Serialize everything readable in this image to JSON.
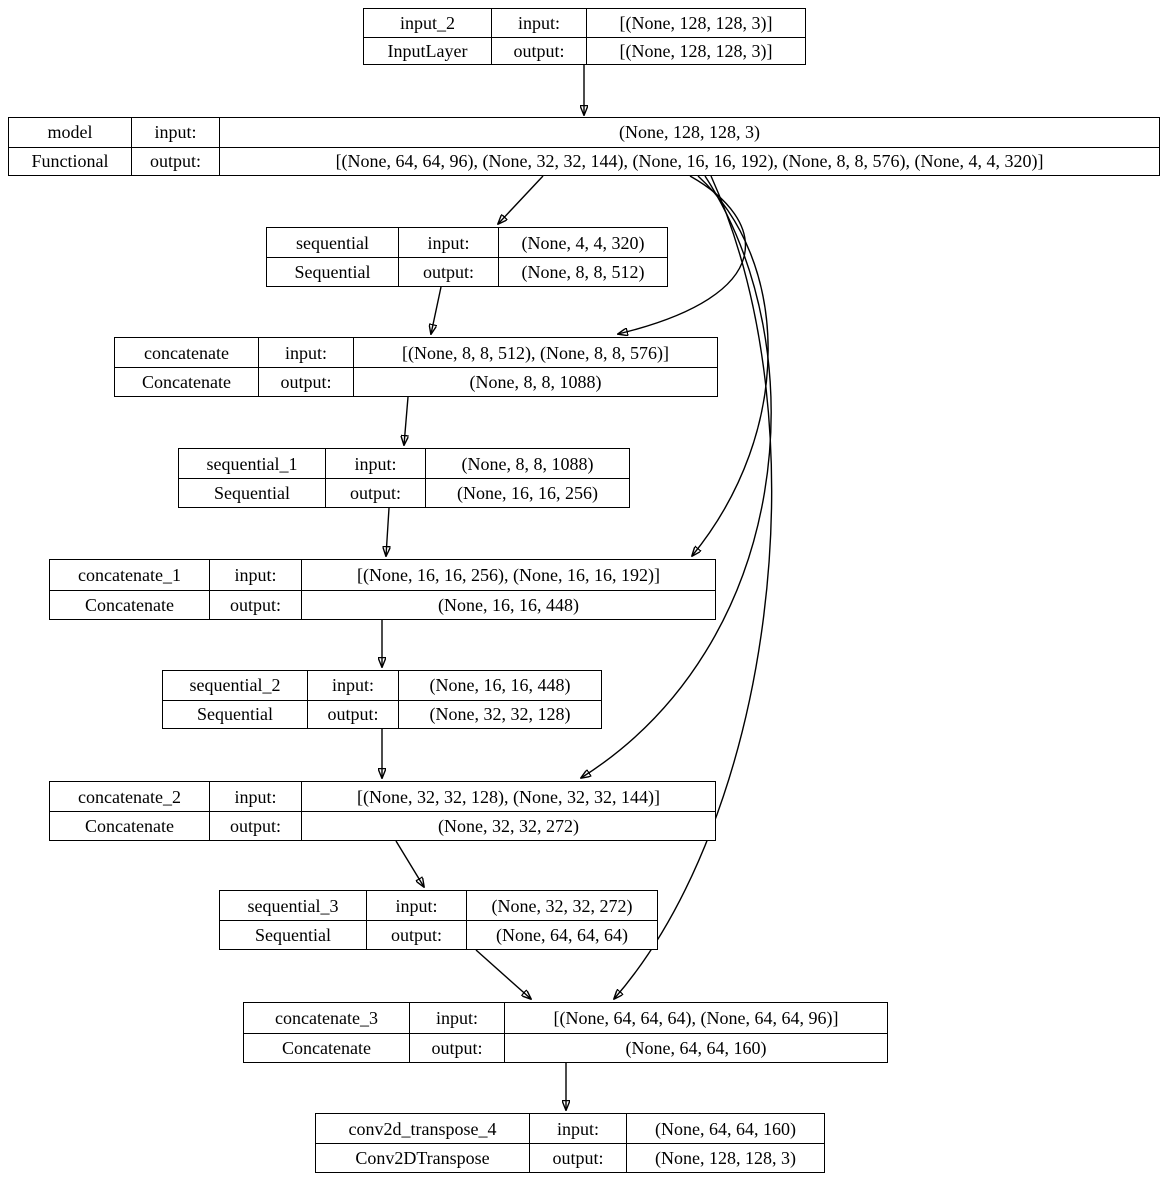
{
  "labels": {
    "input": "input:",
    "output": "output:"
  },
  "colors": {
    "node_border": "#000000",
    "background": "#ffffff",
    "text": "#000000"
  },
  "nodes": [
    {
      "name": "input_2",
      "type": "InputLayer",
      "input": "[(None, 128, 128, 3)]",
      "output": "[(None, 128, 128, 3)]"
    },
    {
      "name": "model",
      "type": "Functional",
      "input": "(None, 128, 128, 3)",
      "output": "[(None, 64, 64, 96), (None, 32, 32, 144), (None, 16, 16, 192), (None, 8, 8, 576), (None, 4, 4, 320)]"
    },
    {
      "name": "sequential",
      "type": "Sequential",
      "input": "(None, 4, 4, 320)",
      "output": "(None, 8, 8, 512)"
    },
    {
      "name": "concatenate",
      "type": "Concatenate",
      "input": "[(None, 8, 8, 512), (None, 8, 8, 576)]",
      "output": "(None, 8, 8, 1088)"
    },
    {
      "name": "sequential_1",
      "type": "Sequential",
      "input": "(None, 8, 8, 1088)",
      "output": "(None, 16, 16, 256)"
    },
    {
      "name": "concatenate_1",
      "type": "Concatenate",
      "input": "[(None, 16, 16, 256), (None, 16, 16, 192)]",
      "output": "(None, 16, 16, 448)"
    },
    {
      "name": "sequential_2",
      "type": "Sequential",
      "input": "(None, 16, 16, 448)",
      "output": "(None, 32, 32, 128)"
    },
    {
      "name": "concatenate_2",
      "type": "Concatenate",
      "input": "[(None, 32, 32, 128), (None, 32, 32, 144)]",
      "output": "(None, 32, 32, 272)"
    },
    {
      "name": "sequential_3",
      "type": "Sequential",
      "input": "(None, 32, 32, 272)",
      "output": "(None, 64, 64, 64)"
    },
    {
      "name": "concatenate_3",
      "type": "Concatenate",
      "input": "[(None, 64, 64, 64), (None, 64, 64, 96)]",
      "output": "(None, 64, 64, 160)"
    },
    {
      "name": "conv2d_transpose_4",
      "type": "Conv2DTranspose",
      "input": "(None, 64, 64, 160)",
      "output": "(None, 128, 128, 3)"
    }
  ],
  "edges": [
    {
      "from": "input_2",
      "to": "model"
    },
    {
      "from": "model",
      "to": "sequential"
    },
    {
      "from": "sequential",
      "to": "concatenate"
    },
    {
      "from": "model",
      "to": "concatenate"
    },
    {
      "from": "concatenate",
      "to": "sequential_1"
    },
    {
      "from": "sequential_1",
      "to": "concatenate_1"
    },
    {
      "from": "model",
      "to": "concatenate_1"
    },
    {
      "from": "concatenate_1",
      "to": "sequential_2"
    },
    {
      "from": "sequential_2",
      "to": "concatenate_2"
    },
    {
      "from": "model",
      "to": "concatenate_2"
    },
    {
      "from": "concatenate_2",
      "to": "sequential_3"
    },
    {
      "from": "sequential_3",
      "to": "concatenate_3"
    },
    {
      "from": "model",
      "to": "concatenate_3"
    },
    {
      "from": "concatenate_3",
      "to": "conv2d_transpose_4"
    }
  ]
}
